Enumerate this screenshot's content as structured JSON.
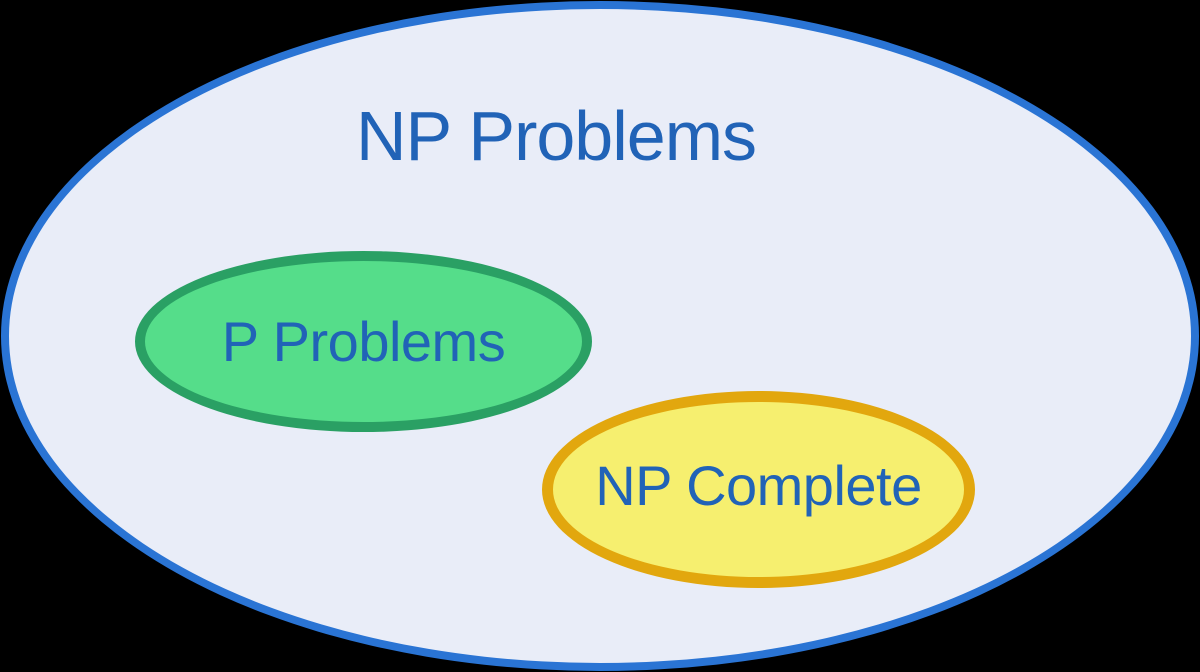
{
  "diagram": {
    "type": "euler-set-diagram",
    "title": "NP Problems",
    "sets": {
      "np": {
        "label": "NP Problems",
        "fill": "#e9edf8",
        "stroke": "#2a74d4",
        "contains": [
          "p",
          "np_complete"
        ]
      },
      "p": {
        "label": "P Problems",
        "fill": "#55dd8a",
        "stroke": "#2aa064"
      },
      "np_complete": {
        "label": "NP Complete",
        "fill": "#f6ef6f",
        "stroke": "#e2a70e"
      }
    },
    "colors": {
      "background": "#000000",
      "label_text": "#2163b7"
    }
  }
}
